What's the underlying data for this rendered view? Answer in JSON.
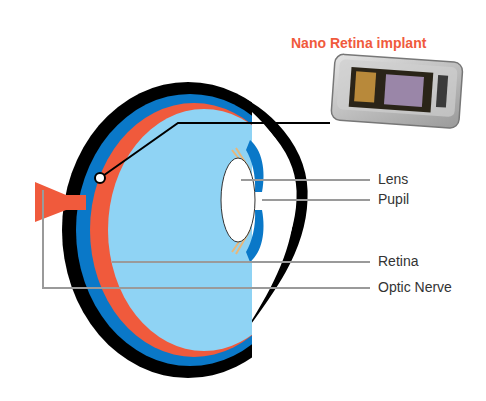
{
  "diagram": {
    "labels": [
      "Nano Retina implant",
      "Lens",
      "Pupil",
      "Retina",
      "Optic Nerve"
    ]
  }
}
